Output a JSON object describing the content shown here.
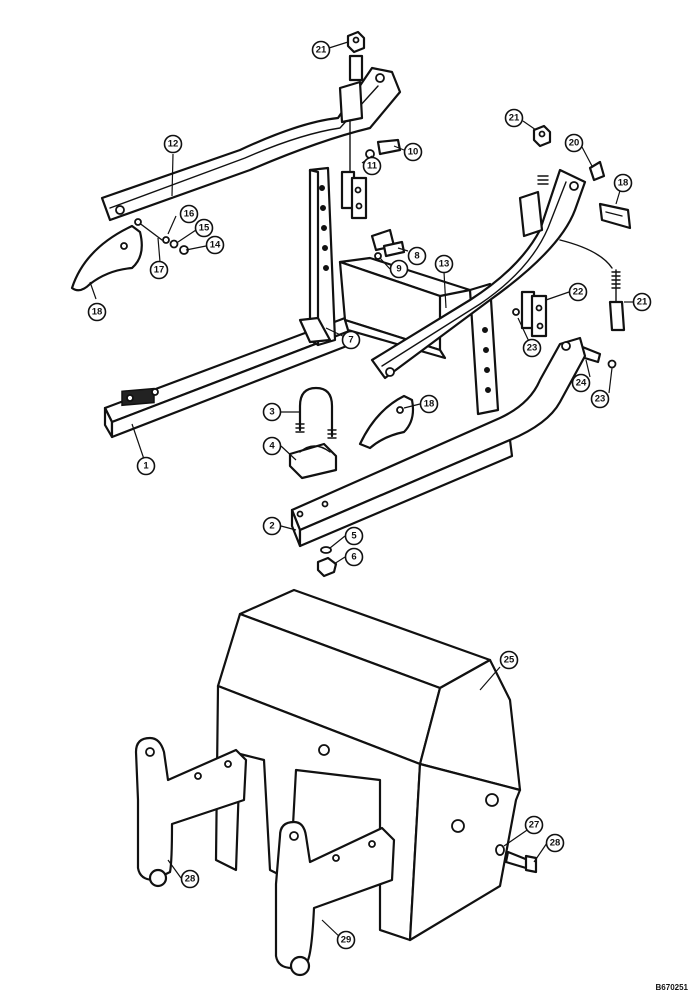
{
  "diagram": {
    "reference_code": "B670251",
    "callouts": [
      {
        "label": "1"
      },
      {
        "label": "2"
      },
      {
        "label": "3"
      },
      {
        "label": "4"
      },
      {
        "label": "5"
      },
      {
        "label": "6"
      },
      {
        "label": "7"
      },
      {
        "label": "8"
      },
      {
        "label": "9"
      },
      {
        "label": "10"
      },
      {
        "label": "11"
      },
      {
        "label": "12"
      },
      {
        "label": "13"
      },
      {
        "label": "14"
      },
      {
        "label": "15"
      },
      {
        "label": "16"
      },
      {
        "label": "17"
      },
      {
        "label": "18"
      },
      {
        "label": "18"
      },
      {
        "label": "18"
      },
      {
        "label": "20"
      },
      {
        "label": "21"
      },
      {
        "label": "21"
      },
      {
        "label": "21"
      },
      {
        "label": "22"
      },
      {
        "label": "23"
      },
      {
        "label": "23"
      },
      {
        "label": "24"
      },
      {
        "label": "25"
      },
      {
        "label": "27"
      },
      {
        "label": "28"
      },
      {
        "label": "28"
      },
      {
        "label": "29"
      }
    ]
  }
}
